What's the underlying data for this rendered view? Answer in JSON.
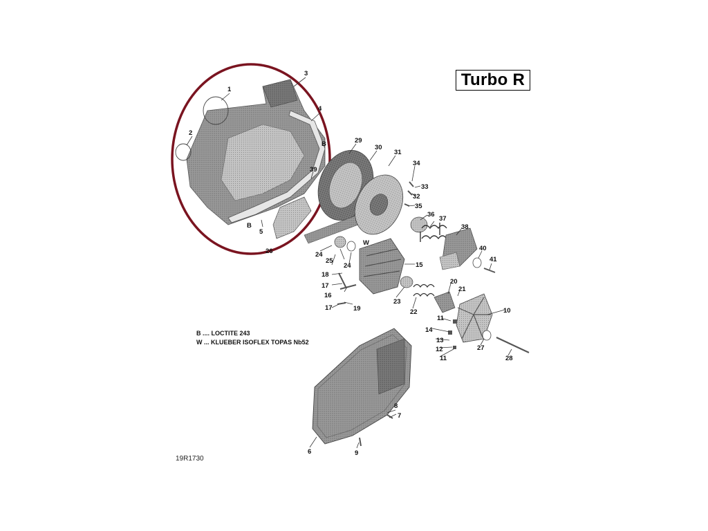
{
  "model_badge": "Turbo R",
  "legend": {
    "b_line": "B .... LOCTITE 243",
    "w_line": "W ... KLUEBER ISOFLEX TOPAS Nb52"
  },
  "reference_code": "19R1730",
  "highlight_color": "#7a1420",
  "callouts": [
    {
      "id": "c1",
      "label": "1"
    },
    {
      "id": "c2",
      "label": "2"
    },
    {
      "id": "c3",
      "label": "3"
    },
    {
      "id": "c4",
      "label": "4"
    },
    {
      "id": "c5",
      "label": "5"
    },
    {
      "id": "c6",
      "label": "6"
    },
    {
      "id": "c7",
      "label": "7"
    },
    {
      "id": "c8",
      "label": "8"
    },
    {
      "id": "c9",
      "label": "9"
    },
    {
      "id": "c10",
      "label": "10"
    },
    {
      "id": "c11a",
      "label": "11"
    },
    {
      "id": "c11b",
      "label": "11"
    },
    {
      "id": "c12",
      "label": "12"
    },
    {
      "id": "c13",
      "label": "13"
    },
    {
      "id": "c14",
      "label": "14"
    },
    {
      "id": "c15",
      "label": "15"
    },
    {
      "id": "c16",
      "label": "16"
    },
    {
      "id": "c17a",
      "label": "17"
    },
    {
      "id": "c17b",
      "label": "17"
    },
    {
      "id": "c18",
      "label": "18"
    },
    {
      "id": "c19",
      "label": "19"
    },
    {
      "id": "c20",
      "label": "20"
    },
    {
      "id": "c21",
      "label": "21"
    },
    {
      "id": "c22",
      "label": "22"
    },
    {
      "id": "c23",
      "label": "23"
    },
    {
      "id": "c24a",
      "label": "24"
    },
    {
      "id": "c24b",
      "label": "24"
    },
    {
      "id": "c25",
      "label": "25"
    },
    {
      "id": "c26",
      "label": "26"
    },
    {
      "id": "c27",
      "label": "27"
    },
    {
      "id": "c28",
      "label": "28"
    },
    {
      "id": "c29",
      "label": "29"
    },
    {
      "id": "c30",
      "label": "30"
    },
    {
      "id": "c31",
      "label": "31"
    },
    {
      "id": "c32",
      "label": "32"
    },
    {
      "id": "c33",
      "label": "33"
    },
    {
      "id": "c34",
      "label": "34"
    },
    {
      "id": "c35",
      "label": "35"
    },
    {
      "id": "c36",
      "label": "36"
    },
    {
      "id": "c37",
      "label": "37"
    },
    {
      "id": "c38",
      "label": "38"
    },
    {
      "id": "c39",
      "label": "39"
    },
    {
      "id": "c40",
      "label": "40"
    },
    {
      "id": "c41",
      "label": "41"
    }
  ],
  "markers": {
    "b_top": "B",
    "b_bottom": "B",
    "w": "W"
  }
}
